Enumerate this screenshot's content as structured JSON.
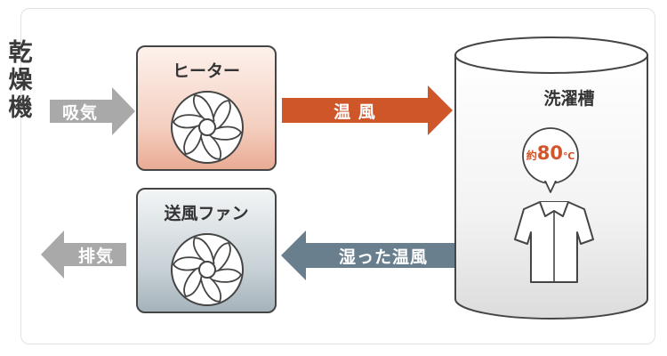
{
  "title_chars": [
    "乾",
    "燥",
    "機"
  ],
  "intake_label": "吸気",
  "exhaust_label": "排気",
  "heater": {
    "title": "ヒーター",
    "icon": "fan-icon"
  },
  "blower": {
    "title": "送風ファン",
    "icon": "fan-icon"
  },
  "warm_air_label": "温 風",
  "humid_air_label": "湿った温風",
  "drum": {
    "title": "洗濯槽",
    "icon": "shirt-icon"
  },
  "temperature": {
    "prefix": "約",
    "value": "80",
    "unit": "℃"
  },
  "colors": {
    "intake_arrow": "#a9a9a9",
    "warm_air_arrow": "#cf5628",
    "humid_air_arrow": "#697f8d",
    "outline": "#454545",
    "temperature_text": "#d3552b"
  }
}
